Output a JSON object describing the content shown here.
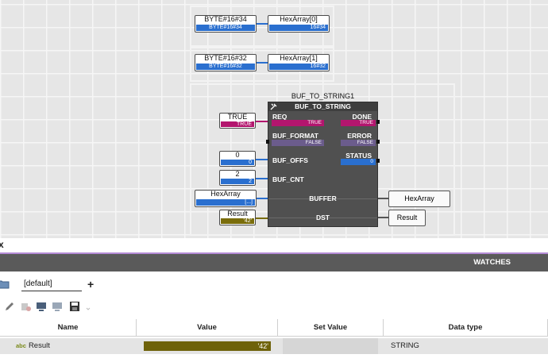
{
  "canvas": {
    "var1": {
      "name": "BYTE#16#34",
      "value": "BYTE#16#34"
    },
    "hex0": {
      "name": "HexArray[0]",
      "value": "16#34"
    },
    "var2": {
      "name": "BYTE#16#32",
      "value": "BYTE#16#32"
    },
    "hex1": {
      "name": "HexArray[1]",
      "value": "16#32"
    },
    "fb": {
      "instance": "BUF_TO_STRING1",
      "type": "BUF_TO_STRING",
      "inputs": {
        "req": {
          "label": "REQ",
          "value": "TRUE"
        },
        "buf_format": {
          "label": "BUF_FORMAT",
          "value": "FALSE"
        },
        "buf_offs": {
          "label": "BUF_OFFS"
        },
        "buf_cnt": {
          "label": "BUF_CNT"
        },
        "buffer": {
          "label": "BUFFER"
        },
        "dst": {
          "label": "DST"
        }
      },
      "outputs": {
        "done": {
          "label": "DONE",
          "value": "TRUE"
        },
        "error": {
          "label": "ERROR",
          "value": "FALSE"
        },
        "status": {
          "label": "STATUS",
          "value": "0"
        }
      }
    },
    "in_true": {
      "name": "TRUE",
      "value": "TRUE"
    },
    "in_offs": {
      "name": "0",
      "value": "0"
    },
    "in_cnt": {
      "name": "2",
      "value": "2"
    },
    "in_hexarray": {
      "name": "HexArray",
      "value": "[...]"
    },
    "in_result": {
      "name": "Result",
      "value": "'42'"
    },
    "out_buffer": "HexArray",
    "out_dst": "Result"
  },
  "panel": {
    "close_glyph": "x",
    "title": "WATCHES",
    "preset": "[default]",
    "add_label": "+"
  },
  "watch_table": {
    "columns": [
      "Name",
      "Value",
      "Set Value",
      "Data type"
    ],
    "rows": [
      {
        "type_glyph": "abc",
        "name": "Result",
        "value": "'42'",
        "set_value": "",
        "data_type": "STRING"
      }
    ]
  },
  "colors": {
    "bool_wire": "#b3166e",
    "int_wire": "#2a6fcf",
    "string_wire": "#7a6d0b",
    "panel_accent": "#b48bd6"
  }
}
